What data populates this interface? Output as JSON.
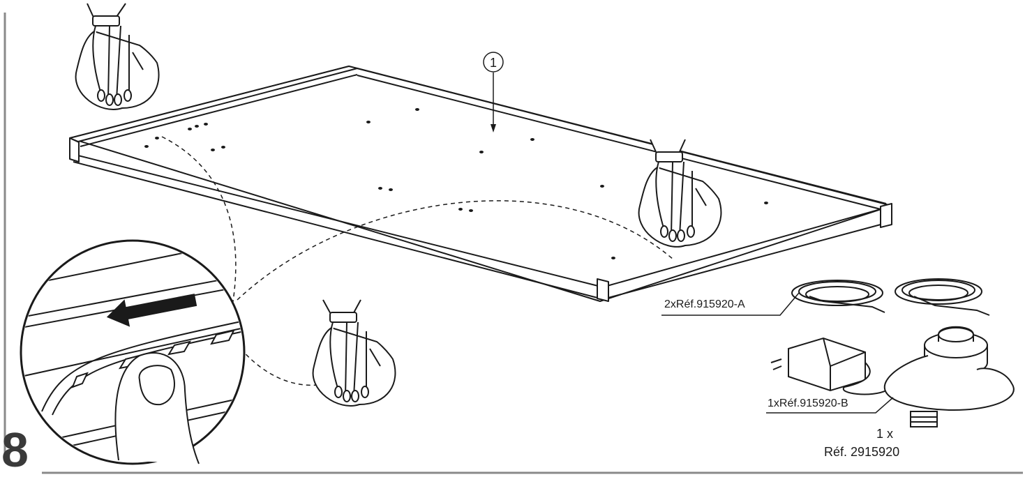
{
  "step": {
    "number": "8"
  },
  "part_marker": "1",
  "callouts": {
    "led_strips": "2xRéf.915920-A",
    "power_supply": "1xRéf.915920-B"
  },
  "kit": {
    "quantity": "1 x",
    "reference": "Réf. 2915920"
  },
  "colors": {
    "line": "#1a1a1a",
    "frame": "#8a8a8a",
    "background": "#ffffff"
  },
  "icons": [
    "hand-cleaning-icon",
    "arrow-left-icon",
    "thumb-icon",
    "led-strip-icon",
    "power-adapter-icon",
    "control-unit-icon",
    "connector-icon"
  ]
}
